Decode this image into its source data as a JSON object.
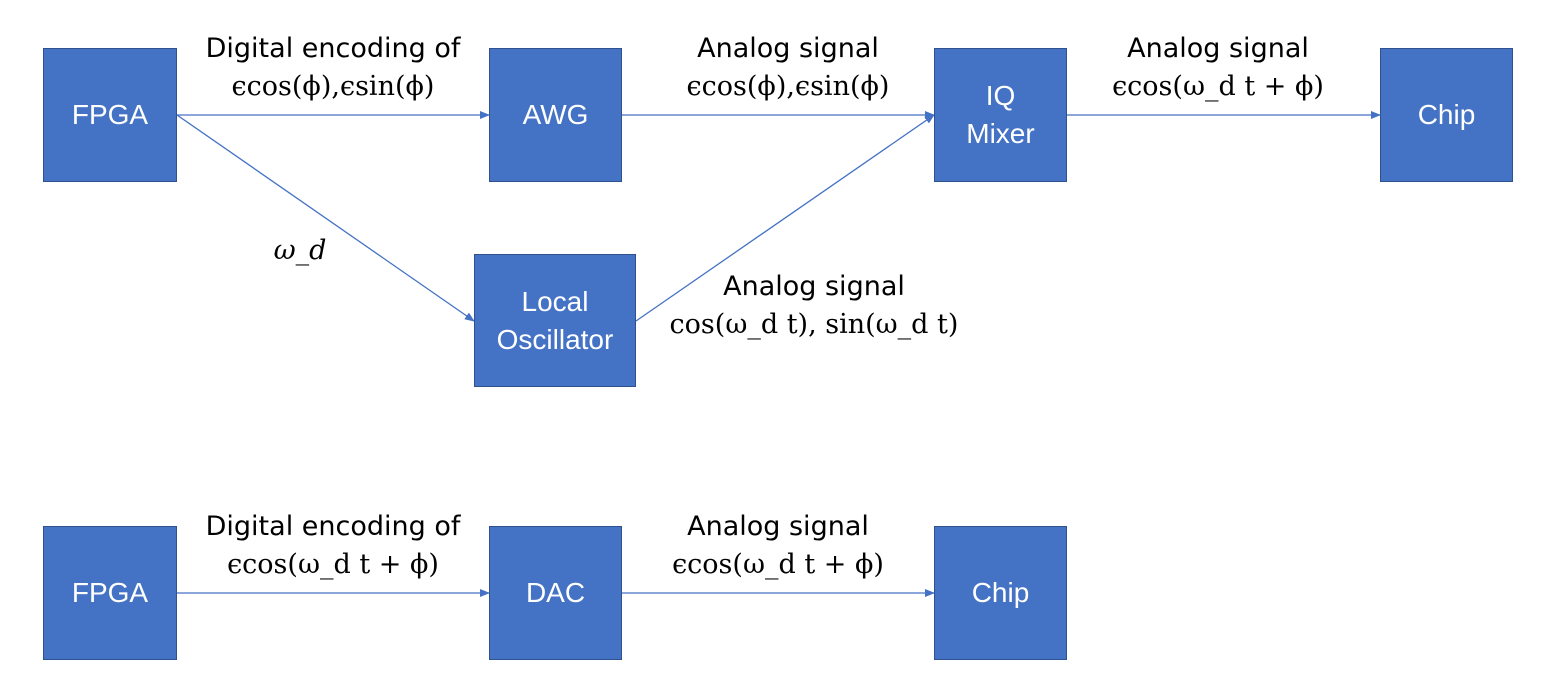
{
  "colors": {
    "box_fill": "#4472C4",
    "box_border": "#2F528F",
    "arrow": "#4472C4"
  },
  "top": {
    "boxes": {
      "fpga": "FPGA",
      "awg": "AWG",
      "mixer": "IQ\nMixer",
      "chip": "Chip",
      "lo": "Local\nOscillator"
    },
    "labels": {
      "fpga_awg": {
        "line1": "Digital encoding of",
        "line2": "ϵcos(ϕ),ϵsin(ϕ)"
      },
      "awg_mixer": {
        "line1": "Analog signal",
        "line2": "ϵcos(ϕ),ϵsin(ϕ)"
      },
      "mixer_chip": {
        "line1": "Analog signal",
        "line2": "ϵcos(ω_d t + ϕ)"
      },
      "omega": "ω_d",
      "lo_mixer": {
        "line1": "Analog signal",
        "line2": "cos(ω_d t), sin(ω_d t)"
      }
    }
  },
  "bottom": {
    "boxes": {
      "fpga": "FPGA",
      "dac": "DAC",
      "chip": "Chip"
    },
    "labels": {
      "fpga_dac": {
        "line1": "Digital encoding of",
        "line2": "ϵcos(ω_d t + ϕ)"
      },
      "dac_chip": {
        "line1": "Analog signal",
        "line2": "ϵcos(ω_d t + ϕ)"
      }
    }
  }
}
